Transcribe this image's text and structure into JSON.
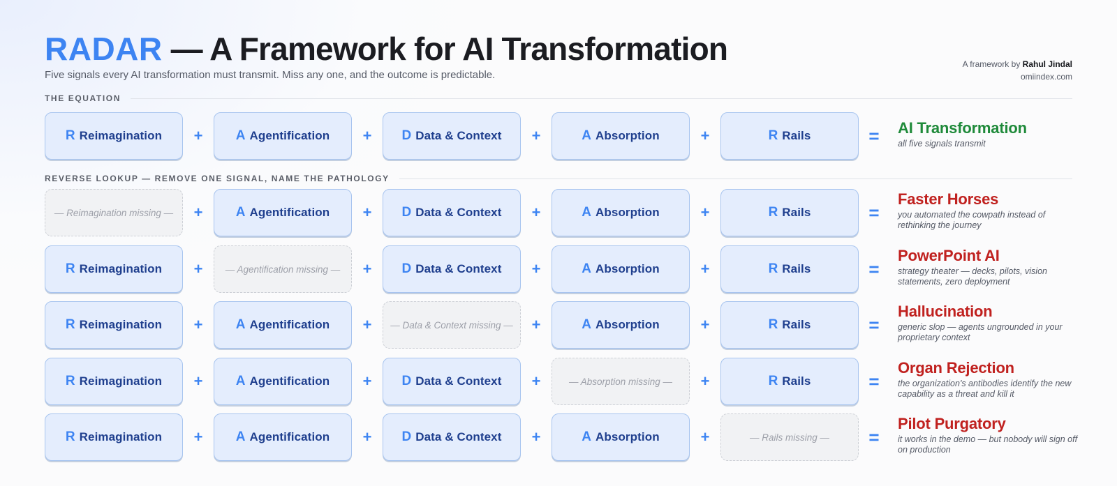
{
  "header": {
    "title_brand": "RADAR",
    "title_rest": " — A Framework for AI Transformation",
    "subtitle": "Five signals every AI transformation must transmit. Miss any one, and the outcome is predictable.",
    "credit_prefix": "A framework by ",
    "credit_author": "Rahul Jindal",
    "credit_site": "omiindex.com"
  },
  "sections": {
    "equation_label": "THE EQUATION",
    "reverse_label": "REVERSE LOOKUP — REMOVE ONE SIGNAL, NAME THE PATHOLOGY"
  },
  "operators": {
    "plus": "+",
    "equals": "="
  },
  "signals": [
    {
      "letter": "R",
      "name": "Reimagination",
      "missing": "— Reimagination missing —"
    },
    {
      "letter": "A",
      "name": "Agentification",
      "missing": "— Agentification missing —"
    },
    {
      "letter": "D",
      "name": "Data & Context",
      "missing": "— Data & Context missing —"
    },
    {
      "letter": "A",
      "name": "Absorption",
      "missing": "— Absorption missing —"
    },
    {
      "letter": "R",
      "name": "Rails",
      "missing": "— Rails missing —"
    }
  ],
  "equation": {
    "result_title": "AI Transformation",
    "result_desc": "all five signals transmit"
  },
  "pathologies": [
    {
      "missing_index": 0,
      "title": "Faster Horses",
      "desc": "you automated the cowpath instead of rethinking the journey"
    },
    {
      "missing_index": 1,
      "title": "PowerPoint AI",
      "desc": "strategy theater — decks, pilots, vision statements, zero deployment"
    },
    {
      "missing_index": 2,
      "title": "Hallucination",
      "desc": "generic slop — agents ungrounded in your proprietary context"
    },
    {
      "missing_index": 3,
      "title": "Organ Rejection",
      "desc": "the organization's antibodies identify the new capability as a threat and kill it"
    },
    {
      "missing_index": 4,
      "title": "Pilot Purgatory",
      "desc": "it works in the demo — but nobody will sign off on production"
    }
  ],
  "colors": {
    "accent": "#3d84f2",
    "success": "#1f8a3a",
    "danger": "#c0211f",
    "box_bg": "#e4edfd",
    "box_border": "#a7c4ef",
    "missing_bg": "#f1f2f4"
  }
}
